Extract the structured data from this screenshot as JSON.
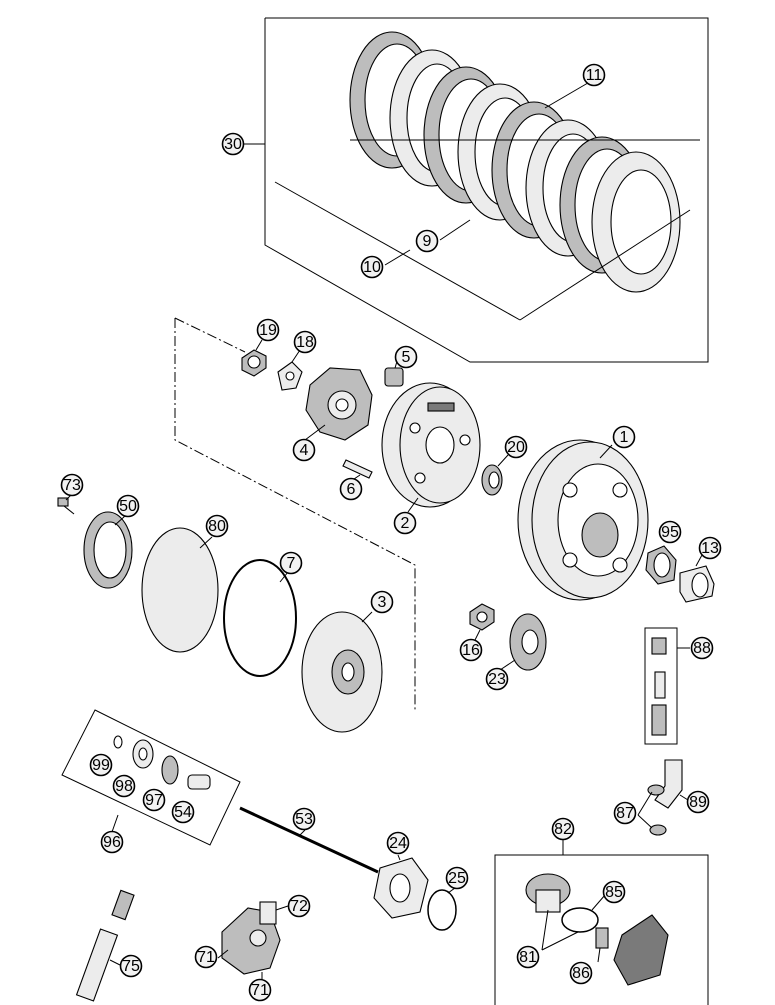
{
  "callouts": [
    {
      "label": "1"
    },
    {
      "label": "2"
    },
    {
      "label": "3"
    },
    {
      "label": "4"
    },
    {
      "label": "5"
    },
    {
      "label": "6"
    },
    {
      "label": "7"
    },
    {
      "label": "9"
    },
    {
      "label": "10"
    },
    {
      "label": "11"
    },
    {
      "label": "13"
    },
    {
      "label": "16"
    },
    {
      "label": "18"
    },
    {
      "label": "19"
    },
    {
      "label": "20"
    },
    {
      "label": "23"
    },
    {
      "label": "24"
    },
    {
      "label": "25"
    },
    {
      "label": "30"
    },
    {
      "label": "50"
    },
    {
      "label": "53"
    },
    {
      "label": "54"
    },
    {
      "label": "71"
    },
    {
      "label": "71"
    },
    {
      "label": "72"
    },
    {
      "label": "73"
    },
    {
      "label": "75"
    },
    {
      "label": "80"
    },
    {
      "label": "81"
    },
    {
      "label": "82"
    },
    {
      "label": "85"
    },
    {
      "label": "86"
    },
    {
      "label": "87"
    },
    {
      "label": "88"
    },
    {
      "label": "89"
    },
    {
      "label": "95"
    },
    {
      "label": "96"
    },
    {
      "label": "97"
    },
    {
      "label": "98"
    },
    {
      "label": "99"
    }
  ]
}
